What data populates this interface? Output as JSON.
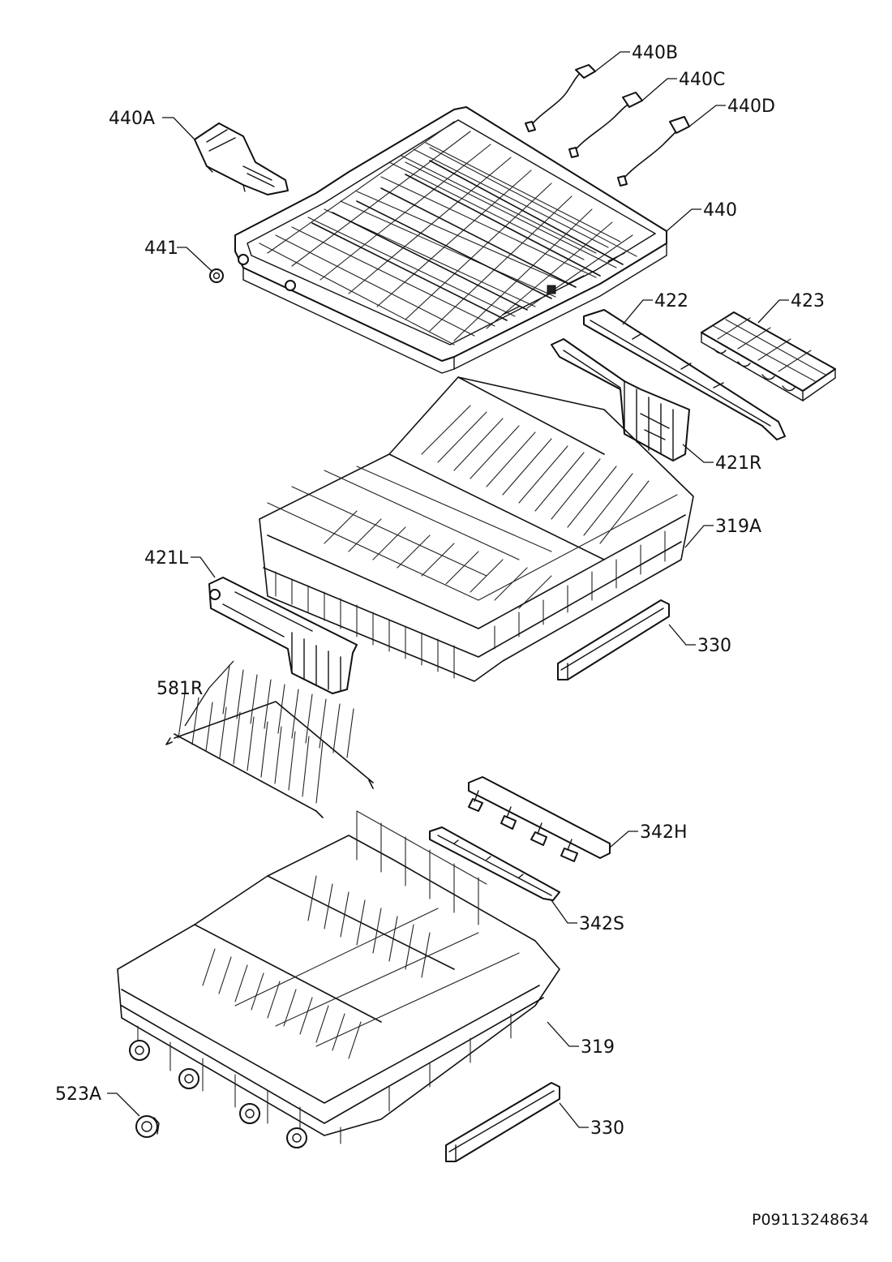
{
  "callouts": {
    "p440A": "440A",
    "p440B": "440B",
    "p440C": "440C",
    "p440D": "440D",
    "p440": "440",
    "p441": "441",
    "p422": "422",
    "p423": "423",
    "p421R": "421R",
    "p319A": "319A",
    "p421L": "421L",
    "p330_upper": "330",
    "p581R": "581R",
    "p342H": "342H",
    "p342S": "342S",
    "p319": "319",
    "p523A": "523A",
    "p330_lower": "330"
  },
  "document_number": "P09113248634"
}
